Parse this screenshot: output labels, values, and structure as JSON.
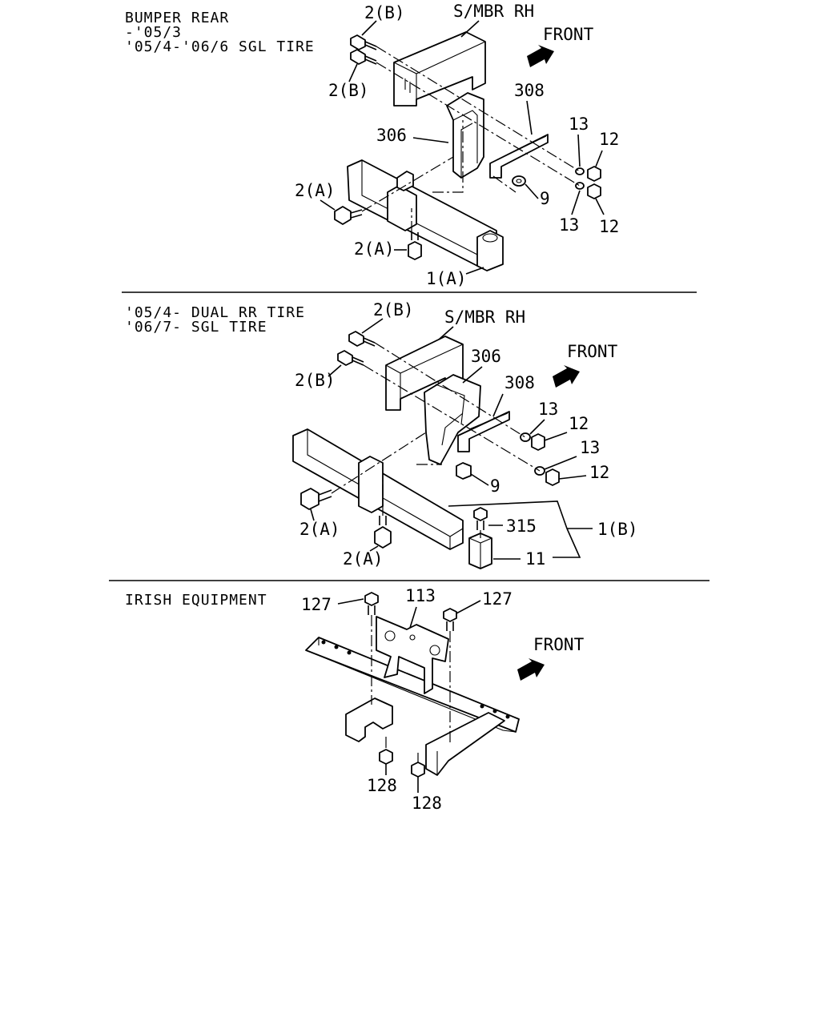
{
  "sections": [
    {
      "heading_lines": [
        "BUMPER REAR",
        "-'05/3",
        "'05/4-'06/6 SGL TIRE"
      ],
      "front_label": "FRONT",
      "callouts": [
        "2(B)",
        "S/MBR RH",
        "2(B)",
        "308",
        "306",
        "13",
        "12",
        "2(A)",
        "9",
        "13",
        "12",
        "2(A)",
        "1(A)"
      ]
    },
    {
      "heading_lines": [
        "'05/4- DUAL RR TIRE",
        "'06/7- SGL TIRE"
      ],
      "front_label": "FRONT",
      "callouts": [
        "2(B)",
        "S/MBR RH",
        "306",
        "2(B)",
        "308",
        "13",
        "12",
        "13",
        "9",
        "12",
        "315",
        "1(B)",
        "2(A)",
        "2(A)",
        "11"
      ]
    },
    {
      "heading_lines": [
        "IRISH EQUIPMENT"
      ],
      "front_label": "FRONT",
      "callouts": [
        "127",
        "113",
        "127",
        "128",
        "128"
      ]
    }
  ]
}
